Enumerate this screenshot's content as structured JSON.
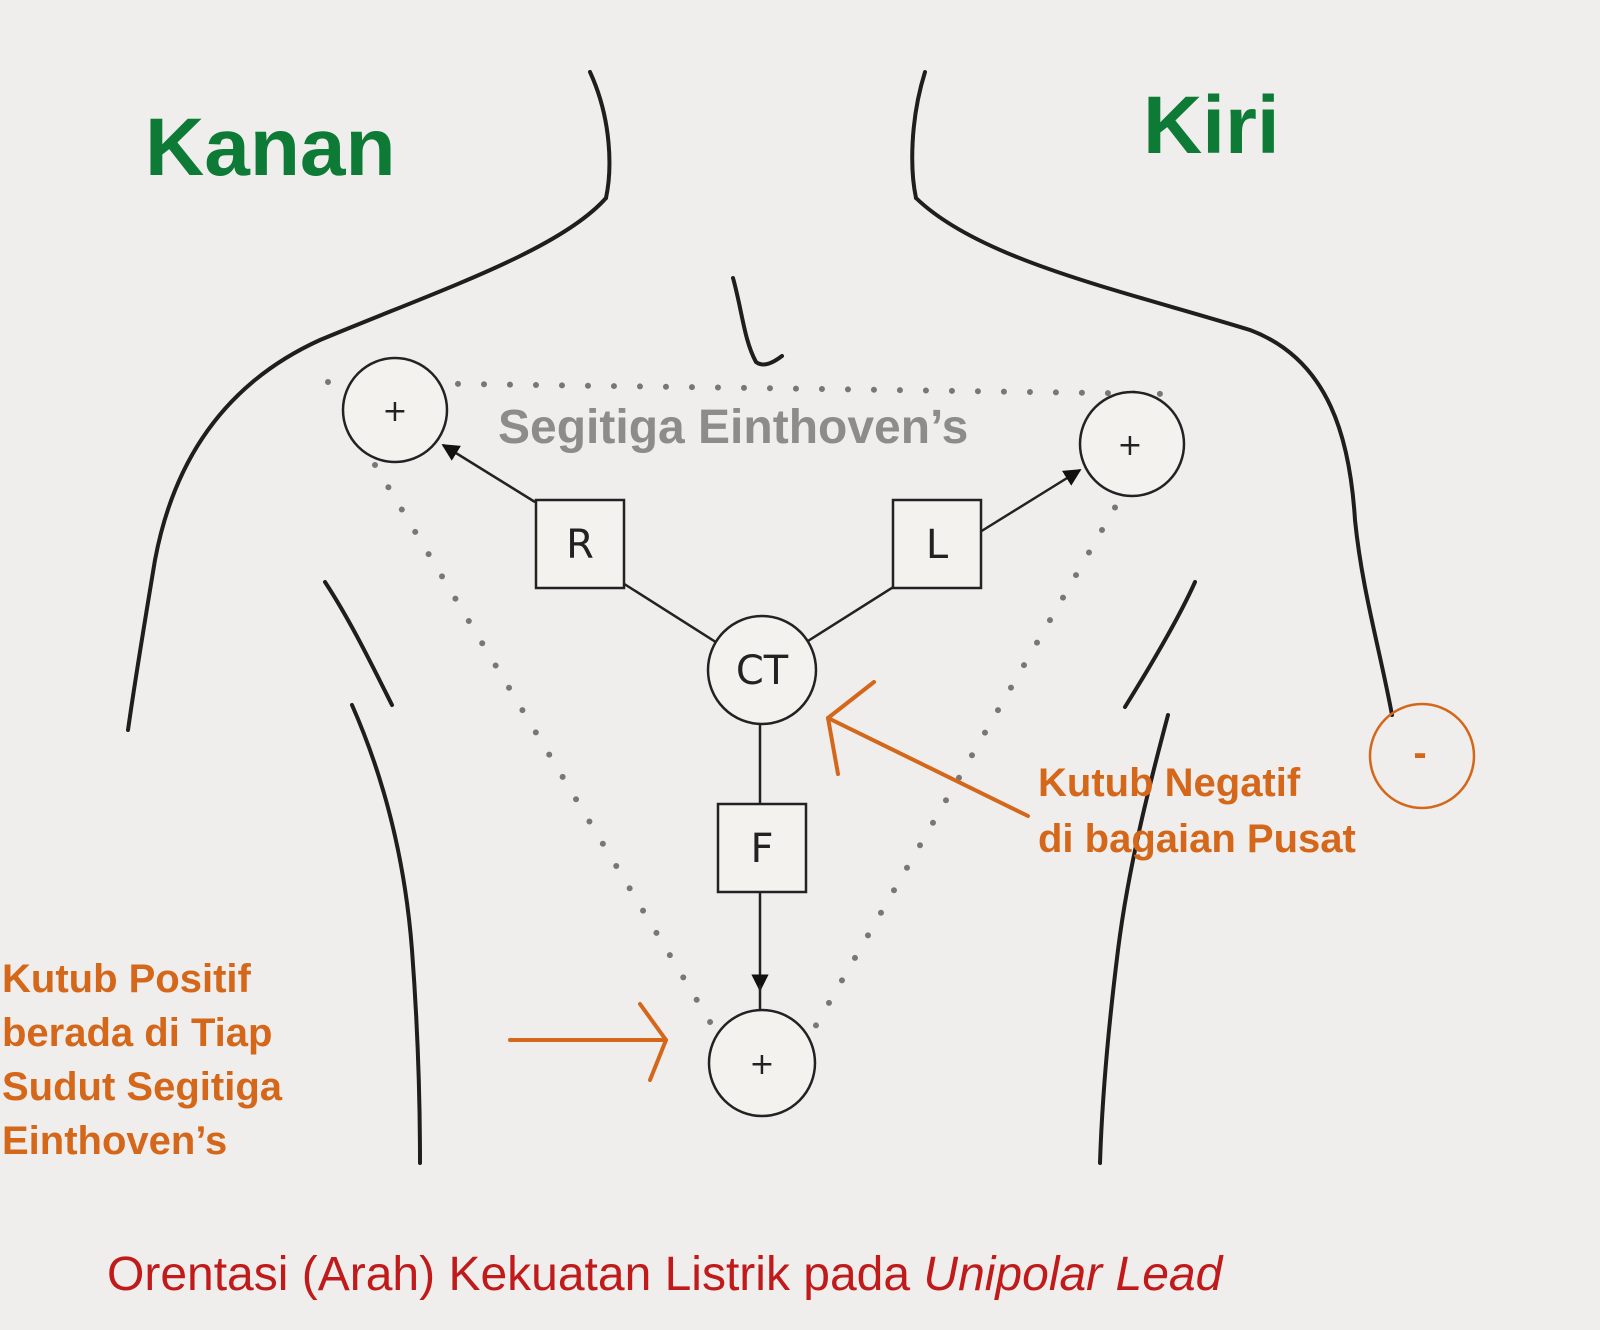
{
  "labels": {
    "right_side": "Kanan",
    "left_side": "Kiri",
    "triangle": "Segitiga Einthoven’s",
    "central_terminal": "CT",
    "lead_r": "R",
    "lead_l": "L",
    "lead_f": "F",
    "positive": "+",
    "negative": "-"
  },
  "annotations": {
    "negative_pole": [
      "Kutub Negatif",
      "di bagaian Pusat"
    ],
    "positive_pole": [
      "Kutub Positif",
      "berada di  Tiap",
      "Sudut Segitiga",
      "Einthoven’s"
    ]
  },
  "caption": {
    "main": "Orentasi (Arah) Kekuatan Listrik pada ",
    "italic": "Unipolar Lead"
  },
  "colors": {
    "side_label": "#0d7a36",
    "annotation": "#d4671a",
    "caption": "#c01a1a",
    "triangle_label": "#8c8c8c"
  }
}
